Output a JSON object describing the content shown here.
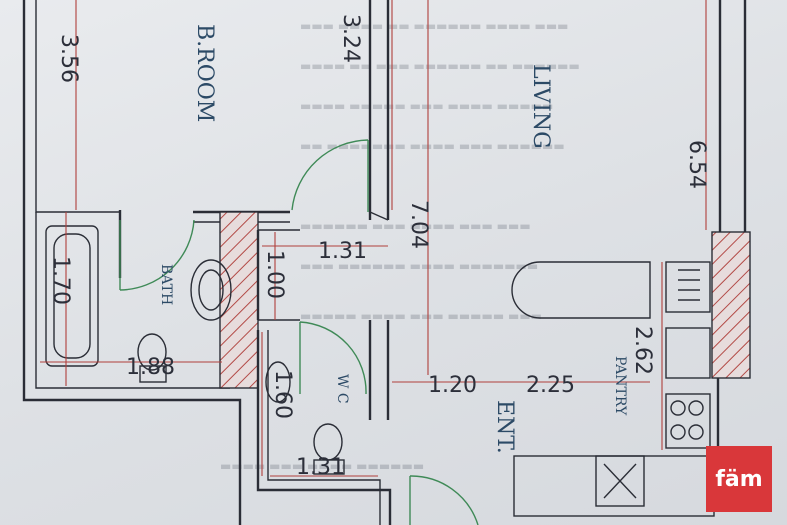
{
  "rooms": {
    "bedroom": "B.ROOM",
    "living": "LIVING",
    "bath": "BATH",
    "wc": "W C",
    "pantry": "PANTRY",
    "entrance": "ENT."
  },
  "dimensions": {
    "d_356": "3.56",
    "d_324": "3.24",
    "d_704": "7.04",
    "d_654": "6.54",
    "d_170": "1.70",
    "d_131": "1.31",
    "d_100": "1.00",
    "d_188": "1.88",
    "d_160": "1.60",
    "d_120": "1.20",
    "d_225": "2.25",
    "d_262": "2.62",
    "d_131b": "1.31"
  },
  "logo": {
    "text": "fäm",
    "color": "#d9373a"
  },
  "colors": {
    "wall": "#2a2d36",
    "dimension": "#b0403c",
    "door": "#3f8a57",
    "label": "#2c4a66"
  }
}
